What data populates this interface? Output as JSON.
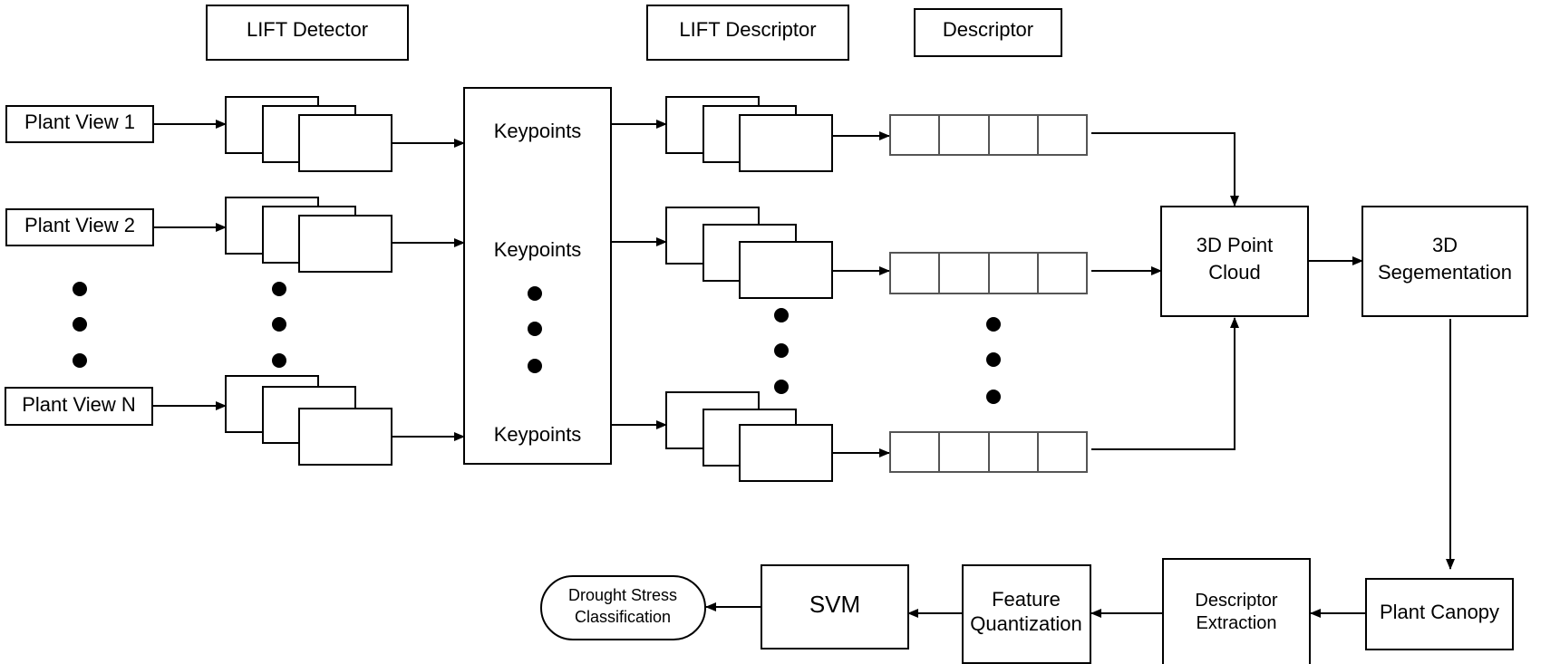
{
  "header": {
    "lift_detector": "LIFT Detector",
    "lift_descriptor": "LIFT Descriptor",
    "descriptor": "Descriptor"
  },
  "inputs": {
    "view_1": "Plant View 1",
    "view_2": "Plant View 2",
    "view_n": "Plant View N"
  },
  "keypoints": {
    "row_1": "Keypoints",
    "row_2": "Keypoints",
    "row_n": "Keypoints"
  },
  "point_cloud": {
    "line1": "3D Point",
    "line2": "Cloud"
  },
  "segmentation": {
    "line1": "3D",
    "line2": "Segementation"
  },
  "bottom": {
    "plant_canopy": "Plant Canopy",
    "descriptor_extraction": {
      "line1": "Descriptor",
      "line2": "Extraction"
    },
    "feature_quantization": {
      "line1": "Feature",
      "line2": "Quantization"
    },
    "svm": "SVM",
    "drought_stress": {
      "line1": "Drought Stress",
      "line2": "Classification"
    }
  }
}
